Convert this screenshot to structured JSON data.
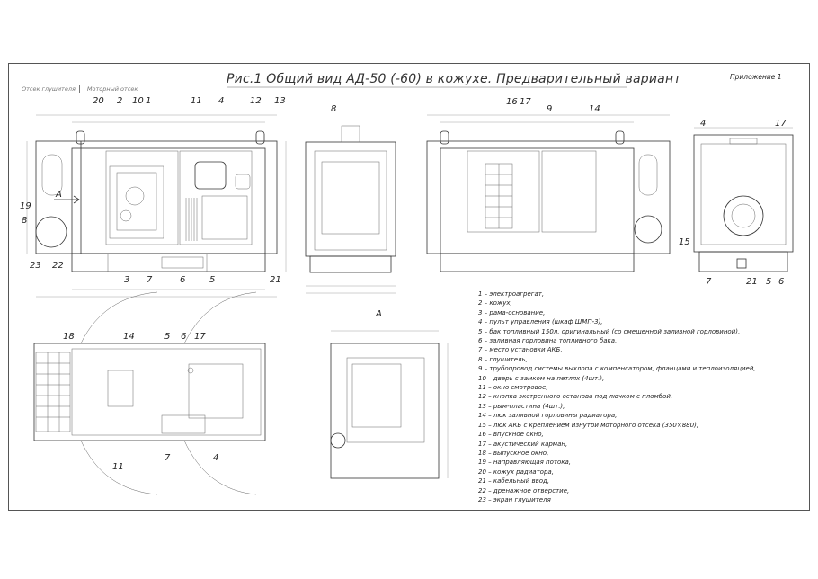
{
  "header": {
    "title": "Рис.1 Общий вид АД-50 (-60) в кожухе. Предварительный вариант",
    "appendix": "Приложение 1",
    "section_labels": [
      "Отсек глушителя",
      "Моторный отсек"
    ]
  },
  "view_label_a": "А",
  "callouts": {
    "front": [
      "20",
      "2",
      "10",
      "1",
      "11",
      "4",
      "12",
      "13",
      "19",
      "8",
      "23",
      "22",
      "3",
      "7",
      "6",
      "5",
      "21"
    ],
    "end_left": [
      "8"
    ],
    "rear": [
      "16",
      "17",
      "9",
      "14"
    ],
    "side": [
      "4",
      "17",
      "15",
      "7",
      "21",
      "5",
      "6"
    ],
    "top": [
      "18",
      "14",
      "5",
      "6",
      "17",
      "11",
      "7",
      "4"
    ],
    "section_a": [
      "А"
    ]
  },
  "legend": [
    "1 – электроагрегат,",
    "2 – кожух,",
    "3 – рама-основание,",
    "4 – пульт управления (шкаф ШМП-3),",
    "5 – бак топливный 150л. оригинальный (со смещенной заливной горловиной),",
    "6 – заливная горловина топливного бака,",
    "7 – место установки АКБ,",
    "8 – глушитель,",
    "9 – трубопровод системы выхлопа с компенсатором, фланцами и теплоизоляцией,",
    "10 – дверь с замком на петлях (4шт.),",
    "11 – окно смотровое,",
    "12 – кнопка экстренного останова под лючком с пломбой,",
    "13 – рым-пластина (4шт.),",
    "14 – люк заливной горловины радиатора,",
    "15 – люк АКБ с креплением изнутри моторного отсека (350×880),",
    "16 – впускное окно,",
    "17 – акустический карман,",
    "18 – выпускное окно,",
    "19 – направляющая потока,",
    "20 – кожух радиатора,",
    "21 – кабельный ввод,",
    "22 – дренажное отверстие,",
    "23 – экран глушителя"
  ]
}
